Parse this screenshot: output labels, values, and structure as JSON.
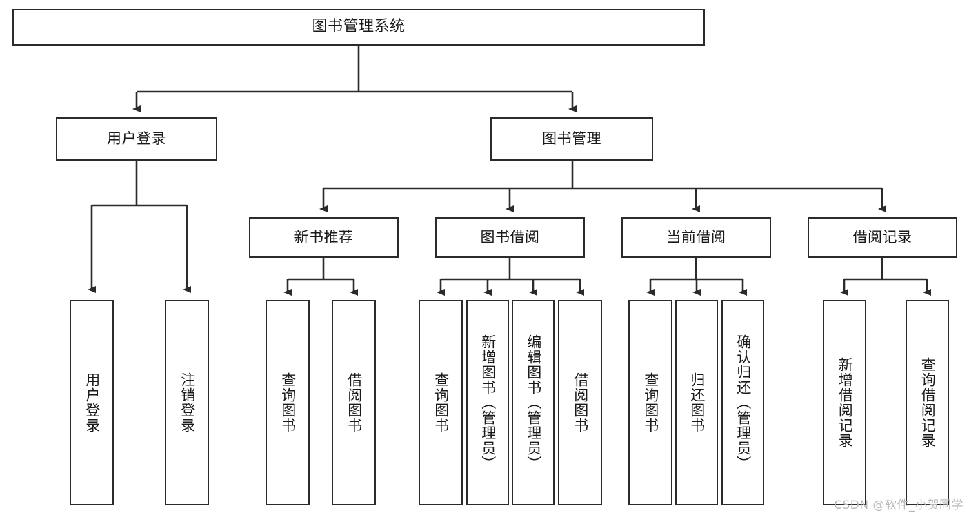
{
  "diagram": {
    "title": "图书管理系统",
    "type": "tree-hierarchy",
    "watermark": "CSDN @软件_小贺同学",
    "colors": {
      "box_border": "#2b2b2b",
      "box_fill": "#ffffff",
      "edge": "#2b2b2b",
      "text": "#1a1a1a",
      "watermark": "#b9b9b9"
    }
  },
  "nodes": {
    "root": {
      "label": "图书管理系统",
      "level": 1
    },
    "level2": [
      {
        "id": "user-login",
        "label": "用户登录"
      },
      {
        "id": "book-manage",
        "label": "图书管理"
      }
    ],
    "level3": [
      {
        "id": "new-book-recommend",
        "label": "新书推荐"
      },
      {
        "id": "book-borrow",
        "label": "图书借阅"
      },
      {
        "id": "current-borrow",
        "label": "当前借阅"
      },
      {
        "id": "borrow-record",
        "label": "借阅记录"
      }
    ],
    "leaves": {
      "user-login": [
        {
          "id": "leaf-user-login",
          "label": "用户登录"
        },
        {
          "id": "leaf-logout-login",
          "label": "注销登录"
        }
      ],
      "new-book-recommend": [
        {
          "id": "leaf-query-book-1",
          "label": "查询图书"
        },
        {
          "id": "leaf-borrow-book-1",
          "label": "借阅图书"
        }
      ],
      "book-borrow": [
        {
          "id": "leaf-query-book-2",
          "label": "查询图书"
        },
        {
          "id": "leaf-add-book",
          "label": "新增图书（管理员）"
        },
        {
          "id": "leaf-edit-book",
          "label": "编辑图书（管理员）"
        },
        {
          "id": "leaf-borrow-book-2",
          "label": "借阅图书"
        }
      ],
      "current-borrow": [
        {
          "id": "leaf-query-book-3",
          "label": "查询图书"
        },
        {
          "id": "leaf-return-book",
          "label": "归还图书"
        },
        {
          "id": "leaf-confirm-return",
          "label": "确认归还（管理员）"
        }
      ],
      "borrow-record": [
        {
          "id": "leaf-add-record",
          "label": "新增借阅记录"
        },
        {
          "id": "leaf-query-record",
          "label": "查询借阅记录"
        }
      ]
    }
  }
}
